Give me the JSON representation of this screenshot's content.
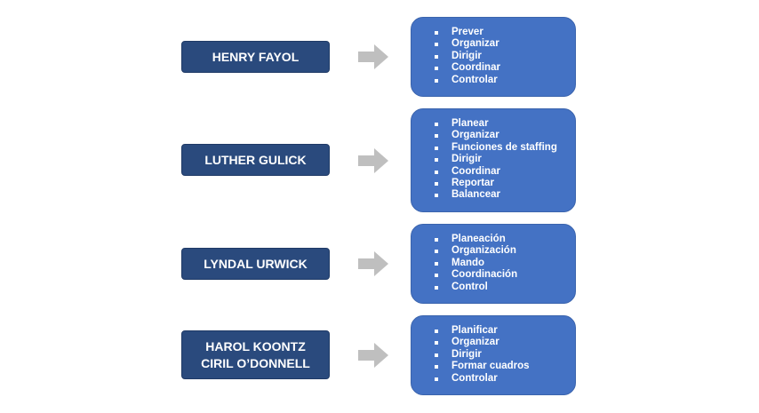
{
  "theories": [
    {
      "author": [
        "HENRY FAYOL"
      ],
      "functions": [
        "Prever",
        "Organizar",
        "Dirigir",
        "Coordinar",
        "Controlar"
      ]
    },
    {
      "author": [
        "LUTHER GULICK"
      ],
      "functions": [
        "Planear",
        "Organizar",
        "Funciones de staffing",
        "Dirigir",
        "Coordinar",
        "Reportar",
        "Balancear"
      ]
    },
    {
      "author": [
        "LYNDAL URWICK"
      ],
      "functions": [
        "Planeación",
        "Organización",
        "Mando",
        "Coordinación",
        "Control"
      ]
    },
    {
      "author": [
        "HAROL KOONTZ",
        "CIRIL O’DONNELL"
      ],
      "functions": [
        "Planificar",
        "Organizar",
        "Dirigir",
        "Formar cuadros",
        "Controlar"
      ]
    }
  ],
  "colors": {
    "author_box": "#2a4a7d",
    "function_box": "#4472c4",
    "arrow": "#bfbfbf"
  },
  "icons": {
    "connector": "right-arrow-icon"
  }
}
